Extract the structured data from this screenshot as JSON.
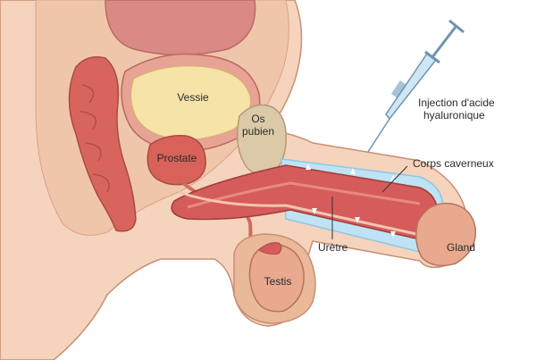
{
  "labels": {
    "vessie": "Vessie",
    "os_pubien": "Os pubien",
    "prostate": "Prostate",
    "injection_line1": "Injection d'acide",
    "injection_line2": "hyaluronique",
    "corps_caverneux": "Corps caverneux",
    "urethre": "Urètre",
    "gland": "Gland",
    "testis": "Testis"
  },
  "colors": {
    "skin": "#f6d3bd",
    "skin_dark": "#eab999",
    "outline": "#7a4a3a",
    "muscle": "#d65b5b",
    "muscle_light": "#e88a7f",
    "bladder": "#f5e3a8",
    "bladder_rim": "#e29c8e",
    "bone": "#dcc9a8",
    "filler": "#bfe3f4",
    "filler_edge": "#8fc7e6",
    "syringe": "#cfe6f5",
    "syringe_edge": "#6f94b0",
    "gland": "#e8a98f"
  }
}
